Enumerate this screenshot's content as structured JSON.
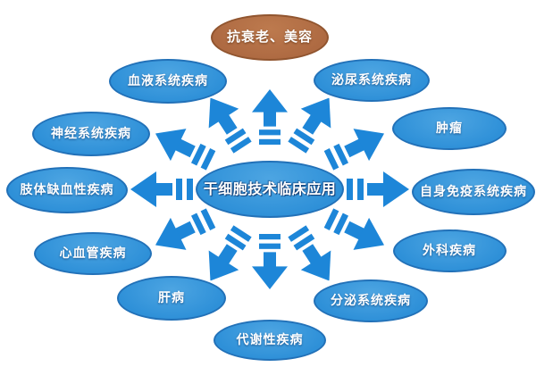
{
  "diagram": {
    "center": {
      "label": "干细胞技术临床应用"
    },
    "nodes": [
      {
        "id": "anti-aging-beauty",
        "label": "抗衰老、美容",
        "style": "highlight"
      },
      {
        "id": "blood-system",
        "label": "血液系统疾病",
        "style": "blue"
      },
      {
        "id": "urinary-system",
        "label": "泌尿系统疾病",
        "style": "blue"
      },
      {
        "id": "nervous-system",
        "label": "神经系统疾病",
        "style": "blue"
      },
      {
        "id": "tumor",
        "label": "肿瘤",
        "style": "blue"
      },
      {
        "id": "limb-ischemia",
        "label": "肢体缺血性疾病",
        "style": "blue"
      },
      {
        "id": "autoimmune-system",
        "label": "自身免疫系统疾病",
        "style": "blue"
      },
      {
        "id": "cardiovascular",
        "label": "心血管疾病",
        "style": "blue"
      },
      {
        "id": "surgical",
        "label": "外科疾病",
        "style": "blue"
      },
      {
        "id": "liver",
        "label": "肝病",
        "style": "blue"
      },
      {
        "id": "endocrine-system",
        "label": "分泌系统疾病",
        "style": "blue"
      },
      {
        "id": "metabolic",
        "label": "代谢性疾病",
        "style": "blue"
      }
    ],
    "colors": {
      "background": "#ffffff",
      "blue_fill": "#2e90d8",
      "blue_fill_light": "#4da5e2",
      "blue_border": "#2271b8",
      "highlight_fill": "#ae6a42",
      "highlight_fill_light": "#bd7a4e",
      "highlight_border": "#91552f",
      "arrow": "#1d86d8",
      "label_text": "#ffffff"
    }
  }
}
